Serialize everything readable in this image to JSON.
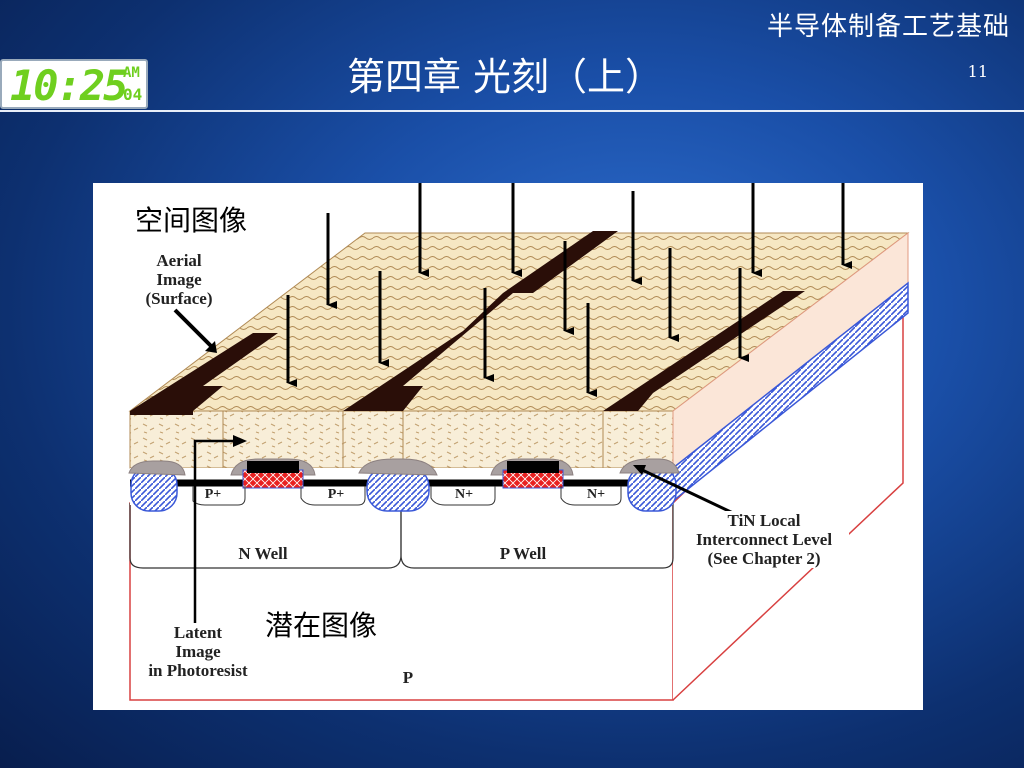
{
  "slide": {
    "course_title": "半导体制备工艺基础",
    "chapter_title": "第四章 光刻（上）",
    "page_number": "11"
  },
  "clock": {
    "time": "10:25",
    "ampm": "AM",
    "day": "04"
  },
  "figure": {
    "label_aerial_zh": "空间图像",
    "label_latent_zh": "潜在图像",
    "label_aerial_en": "Aerial\nImage\n(Surface)",
    "label_latent_en": "Latent\nImage\nin Photoresist",
    "label_tin": "TiN Local\nInterconnect Level\n(See Chapter 2)",
    "label_nwell": "N Well",
    "label_pwell": "P Well",
    "label_substrate": "P",
    "label_pplus_1": "P+",
    "label_pplus_2": "P+",
    "label_nplus_1": "N+",
    "label_nplus_2": "N+"
  },
  "colors": {
    "background": "#1a4fa8",
    "clock_digits": "#6fcf1f",
    "resist": "#f6e7c3",
    "mask_dark": "#2a0e08",
    "substrate_edge": "#d84040",
    "isolation": "#3a58d8",
    "gate": "#e82020"
  },
  "icons": [
    "down-arrow-icon",
    "pointer-arrow-icon"
  ]
}
